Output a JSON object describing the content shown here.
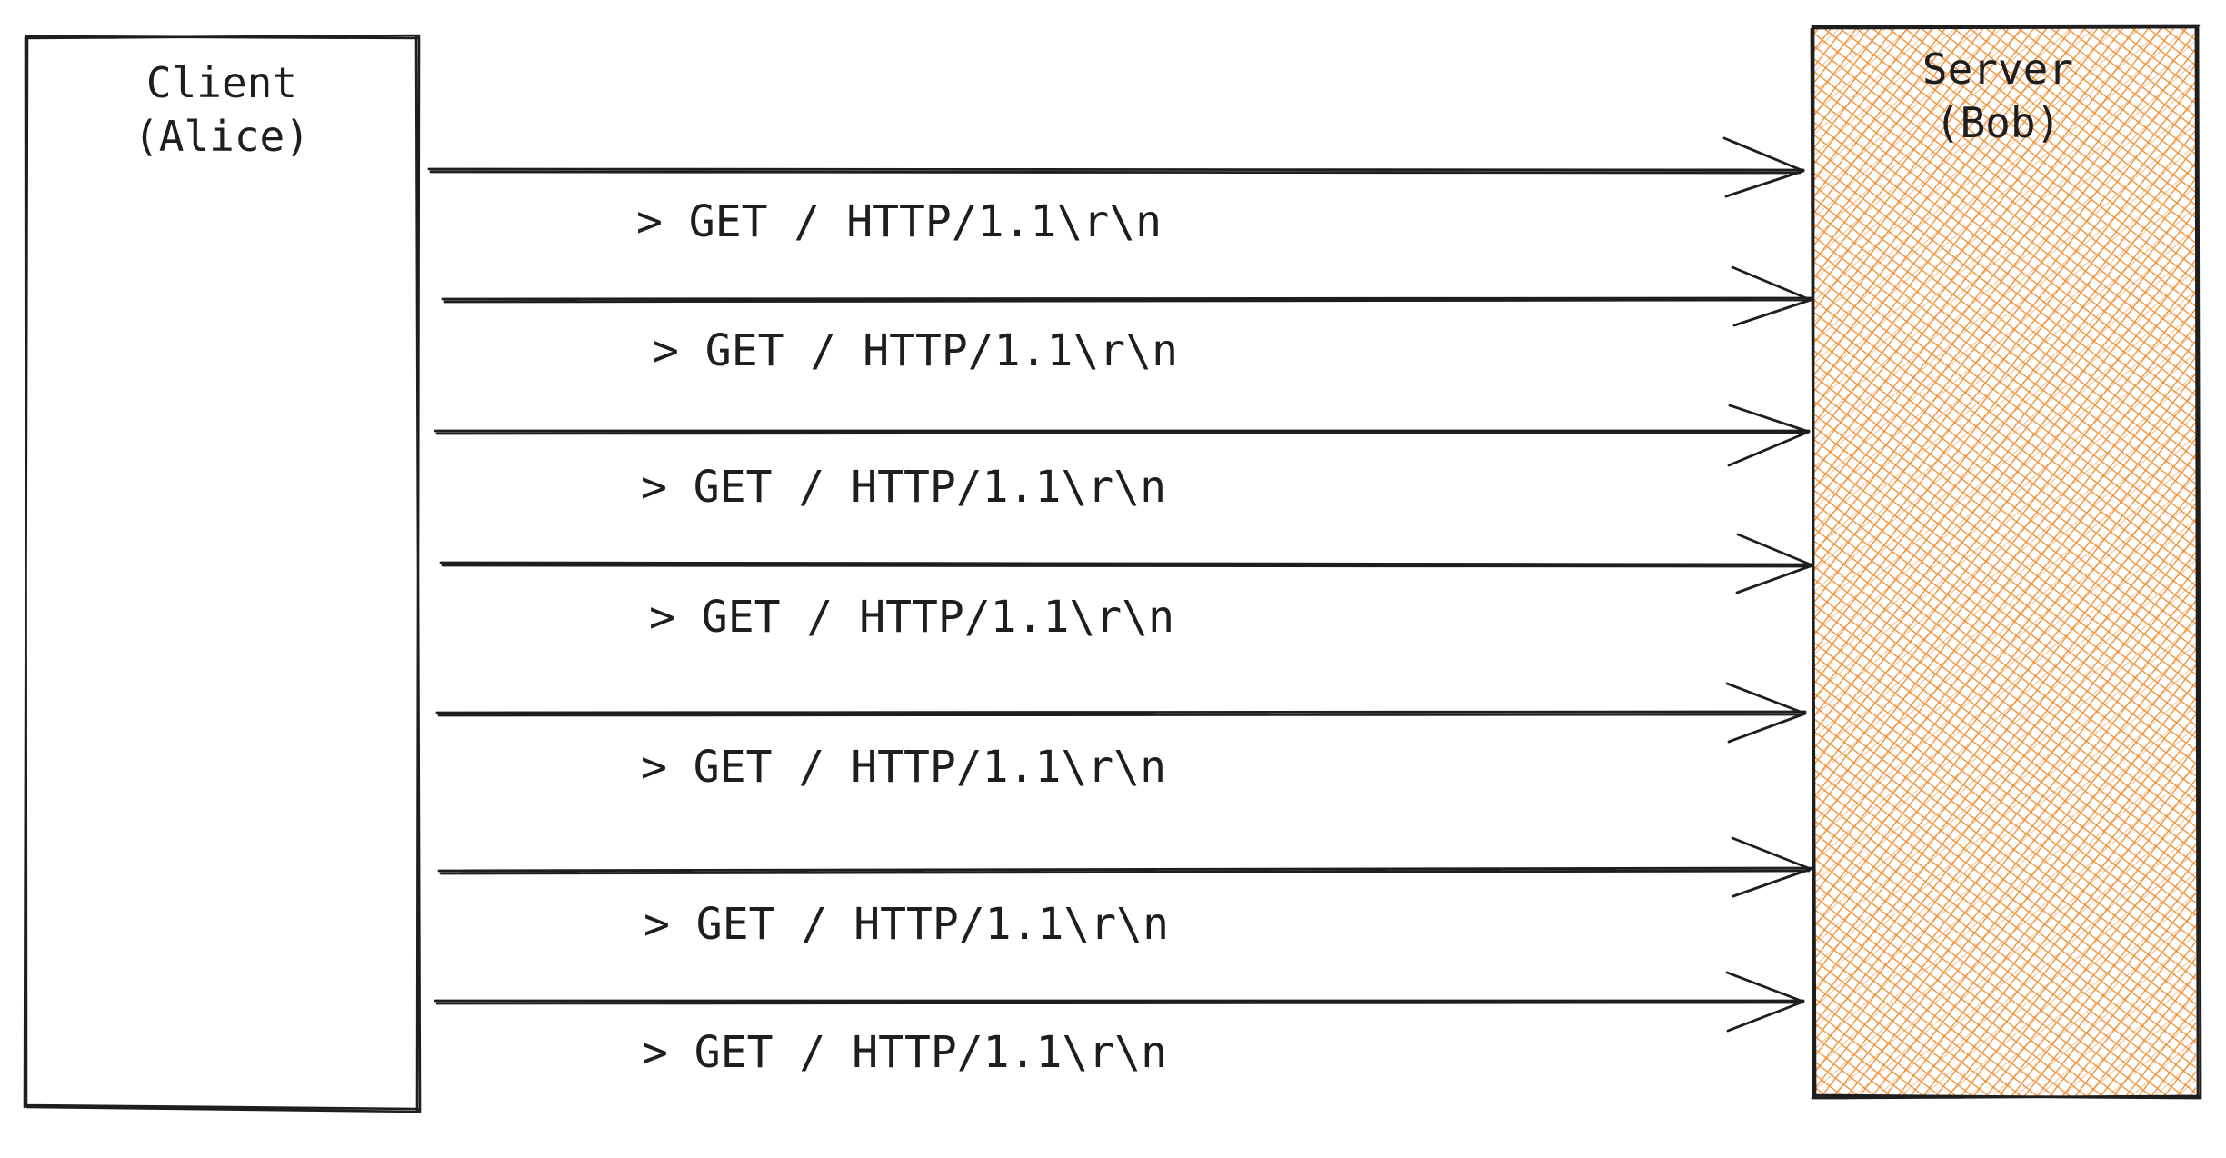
{
  "client": {
    "line1": "Client",
    "line2": "(Alice)"
  },
  "server": {
    "line1": "Server",
    "line2": "(Bob)",
    "fill_color": "#f08c2e"
  },
  "messages": [
    {
      "label": "> GET / HTTP/1.1\\r\\n"
    },
    {
      "label": "> GET / HTTP/1.1\\r\\n"
    },
    {
      "label": "> GET / HTTP/1.1\\r\\n"
    },
    {
      "label": "> GET / HTTP/1.1\\r\\n"
    },
    {
      "label": "> GET / HTTP/1.1\\r\\n"
    },
    {
      "label": "> GET / HTTP/1.1\\r\\n"
    },
    {
      "label": "> GET / HTTP/1.1\\r\\n"
    }
  ],
  "colors": {
    "stroke": "#1e1e1e",
    "hatch": "#f08c2e",
    "background": "#ffffff"
  }
}
